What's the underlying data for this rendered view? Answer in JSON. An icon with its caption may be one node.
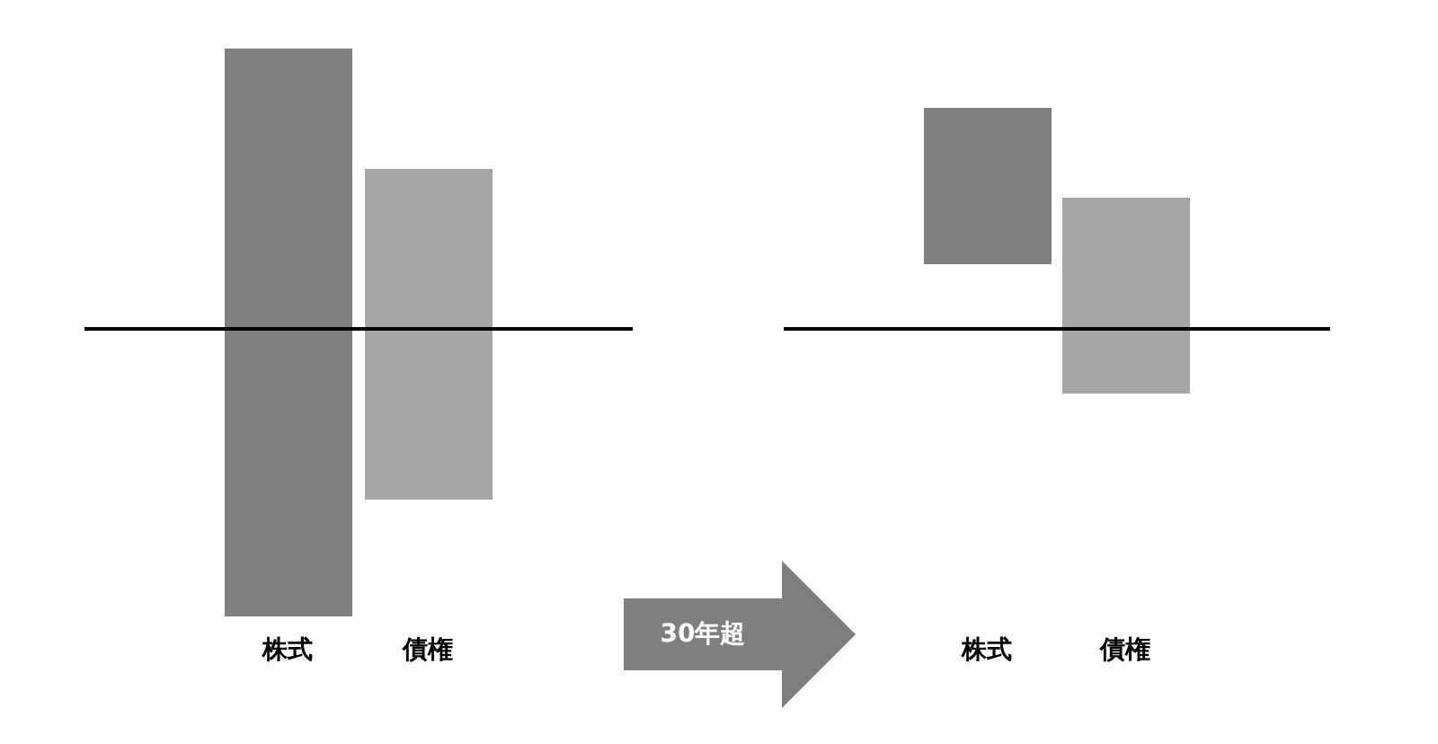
{
  "diagram": {
    "labels": [
      "株式",
      "債権",
      "30年超",
      "株式",
      "債権"
    ]
  }
}
